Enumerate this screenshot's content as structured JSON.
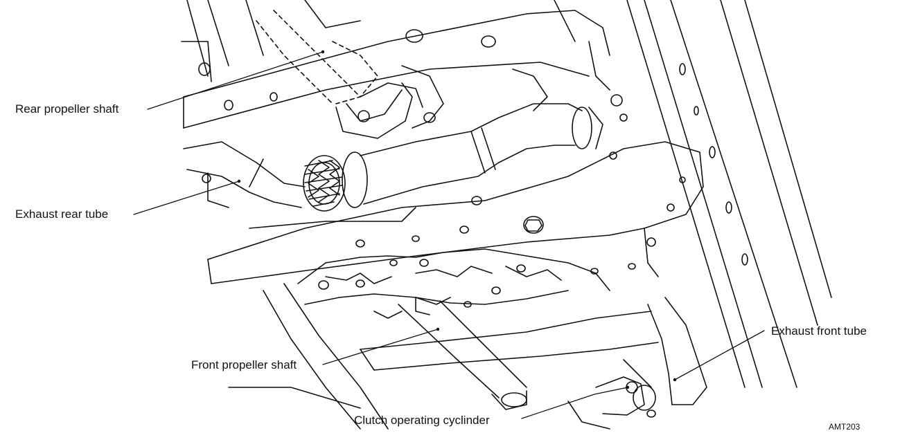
{
  "callouts": {
    "rear_propeller_shaft": "Rear propeller shaft",
    "exhaust_rear_tube": "Exhaust rear tube",
    "front_propeller_shaft": "Front propeller shaft",
    "clutch_operating_cylinder": "Clutch operating cyclinder",
    "exhaust_front_tube": "Exhaust front tube"
  },
  "figure_id": "AMT203",
  "colors": {
    "line": "#111111",
    "background": "#ffffff"
  }
}
